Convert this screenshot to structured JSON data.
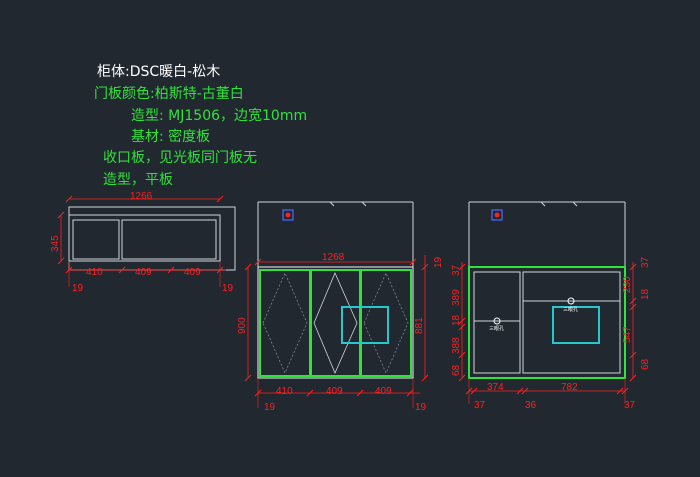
{
  "notes": {
    "cabinet": "柜体:DSC暖白-松木",
    "door_color": "门板颜色:柏斯特-古董白",
    "style": "造型: MJ1506，边宽10mm",
    "base_material": "基材: 密度板",
    "edge_panel": "收口板，见光板同门板无",
    "edge_panel_2": "造型，平板"
  },
  "colors": {
    "background": "#212830",
    "white_note": "#ffffff",
    "green_note": "#31e23a",
    "dimension": "#ff2020",
    "frame": "#cfd6dc",
    "door": "#31e23a",
    "inner_panel": "#27c7cf"
  },
  "plan_view": {
    "width_label": "1266",
    "depth_label": "345",
    "segments": [
      "410",
      "409",
      "409"
    ],
    "side_left": "19",
    "side_right": "19"
  },
  "front_view": {
    "width_label": "1268",
    "height_label": "900",
    "door_height_label": "881",
    "top_label": "19",
    "segments": [
      "410",
      "409",
      "409"
    ],
    "side_left": "19",
    "side_right": "19"
  },
  "inner_view": {
    "top_left": "37",
    "top_right": "37",
    "left_segments": [
      "389",
      "18",
      "388",
      "68"
    ],
    "right_segments": [
      "230",
      "18",
      "547",
      "68"
    ],
    "bottom_segments": [
      "374",
      "782"
    ],
    "bottom_offsets": [
      "37",
      "36",
      "37"
    ],
    "hole_label": "三眼孔"
  }
}
